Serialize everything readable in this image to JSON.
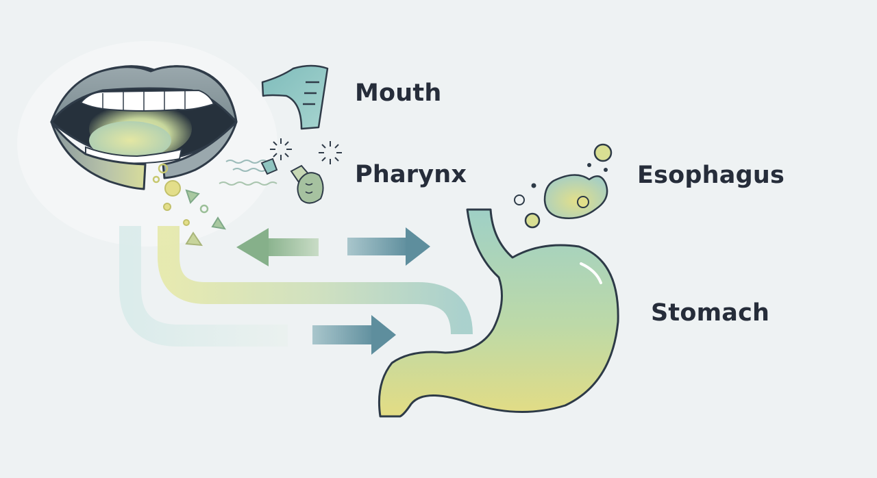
{
  "labels": {
    "mouth": "Mouth",
    "pharynx": "Pharynx",
    "esophagus": "Esophagus",
    "stomach": "Stomach"
  },
  "colors": {
    "background": "#eef2f3",
    "label_text": "#262d3a",
    "teal": "#8fc4c0",
    "yellow_green": "#d9df93",
    "lip_gray": "#8e9da2",
    "outline": "#2f3b48",
    "arrow_green": "#8fb48f",
    "arrow_blue": "#5f8fa0"
  },
  "icons": {
    "mouth": "open-mouth-icon",
    "pharynx": "pharynx-icon",
    "esophagus": "bolus-blob-icon",
    "stomach": "stomach-icon"
  }
}
